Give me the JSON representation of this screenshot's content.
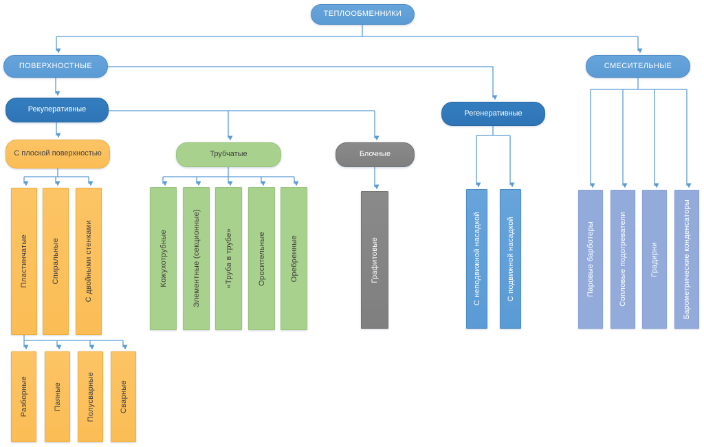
{
  "colors": {
    "light_blue": "#5B9BD5",
    "dark_blue": "#2E75B6",
    "orange": "#FBBD55",
    "green": "#A9D18E",
    "gray": "#7F7F7F",
    "periwinkle": "#93ABDB",
    "connector": "#5B9BD5"
  },
  "nodes": {
    "root": "ТЕПЛООБМЕННИКИ",
    "surface": "ПОВЕРХНОСТНЫЕ",
    "mixing": "СМЕСИТЕЛЬНЫЕ",
    "recuperative": "Рекуперативные",
    "regenerative": "Регенеративные",
    "flat_surface": "С плоской поверхностью",
    "tubular": "Трубчатые",
    "block": "Блочные"
  },
  "bars": {
    "flat_surface_children": [
      "Пластинчатые",
      "Спиральные",
      "С двойными стенками"
    ],
    "plate_children": [
      "Разборные",
      "Паяные",
      "Полусварные",
      "Сварные"
    ],
    "tubular_children": [
      "Кожухотрубные",
      "Элементные (секционные)",
      "«Труба в трубе»",
      "Оросительные",
      "Оребренные"
    ],
    "block_children": [
      "Графитовые"
    ],
    "regenerative_children": [
      "С неподвижной насадкой",
      "С подвижной насадкой"
    ],
    "mixing_children": [
      "Паровые барботеры",
      "Сопловые подогреватели",
      "Градирни",
      "Барометрические конденсаторы"
    ]
  }
}
